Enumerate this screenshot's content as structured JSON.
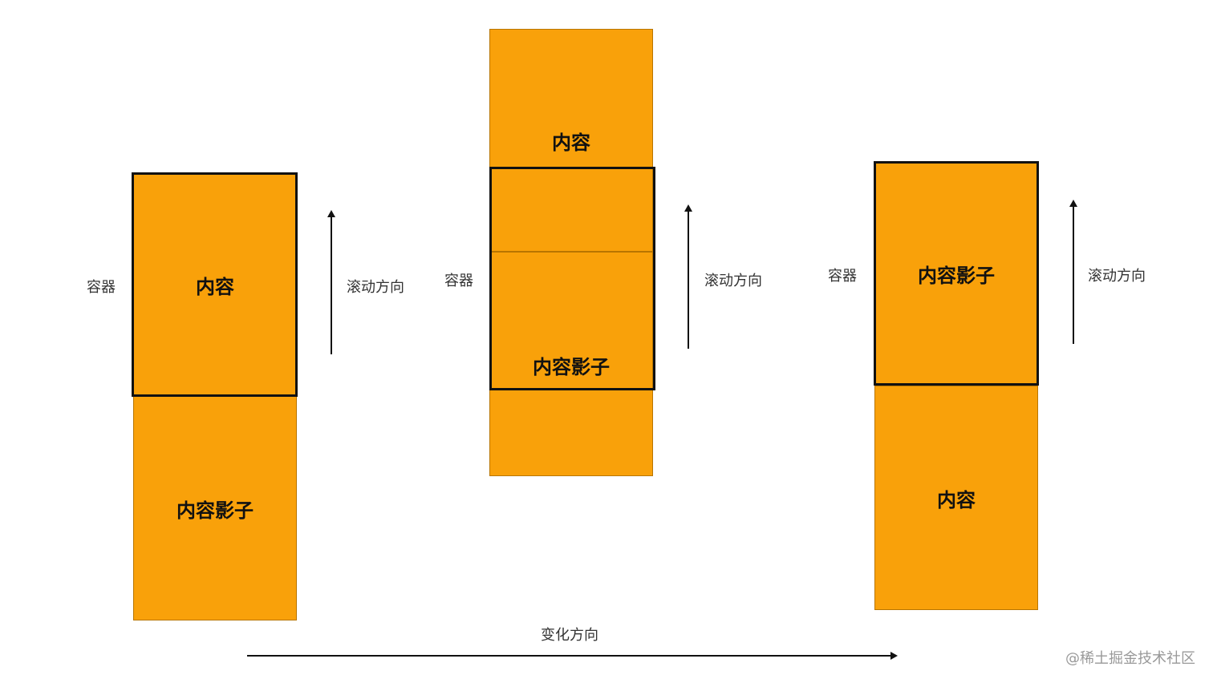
{
  "panels": [
    {
      "container_label": "容器",
      "scroll_label": "滚动方向",
      "top_block": "内容",
      "bottom_block": "内容影子"
    },
    {
      "container_label": "容器",
      "scroll_label": "滚动方向",
      "top_block": "内容",
      "bottom_block": "内容影子"
    },
    {
      "container_label": "容器",
      "scroll_label": "滚动方向",
      "top_block": "内容影子",
      "bottom_block": "内容"
    }
  ],
  "change_direction_label": "变化方向",
  "watermark": "@稀土掘金技术社区",
  "colors": {
    "block_fill": "#f9a10a",
    "frame": "#111111"
  }
}
